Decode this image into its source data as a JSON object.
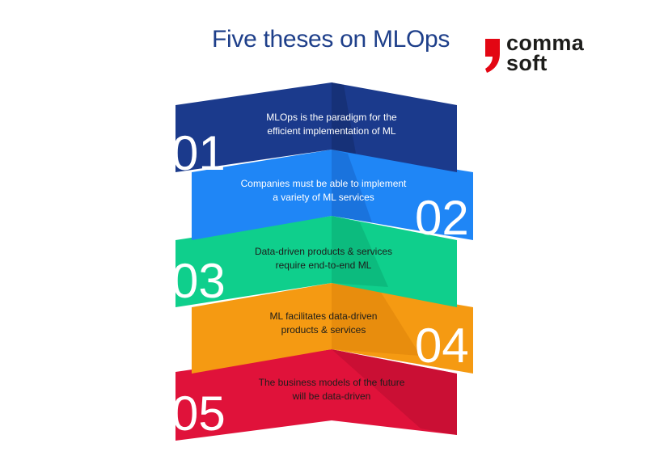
{
  "title": "Five theses on MLOps",
  "logo": {
    "line1": "comma",
    "line2": "soft",
    "mark_color": "#e30613"
  },
  "colors": {
    "band1": "#1b3a8c",
    "band2": "#1f86f6",
    "band3": "#0fcf8c",
    "band4": "#f59a12",
    "band5": "#e0123a"
  },
  "theses": [
    {
      "number": "01",
      "text_line1": "MLOps is the paradigm for the",
      "text_line2": "efficient implementation of ML"
    },
    {
      "number": "02",
      "text_line1": "Companies must be able to implement",
      "text_line2": "a variety of ML services"
    },
    {
      "number": "03",
      "text_line1": "Data-driven products & services",
      "text_line2": "require end-to-end ML"
    },
    {
      "number": "04",
      "text_line1": "ML facilitates data-driven",
      "text_line2": "products & services"
    },
    {
      "number": "05",
      "text_line1": "The business models of the future",
      "text_line2": "will be data-driven"
    }
  ]
}
